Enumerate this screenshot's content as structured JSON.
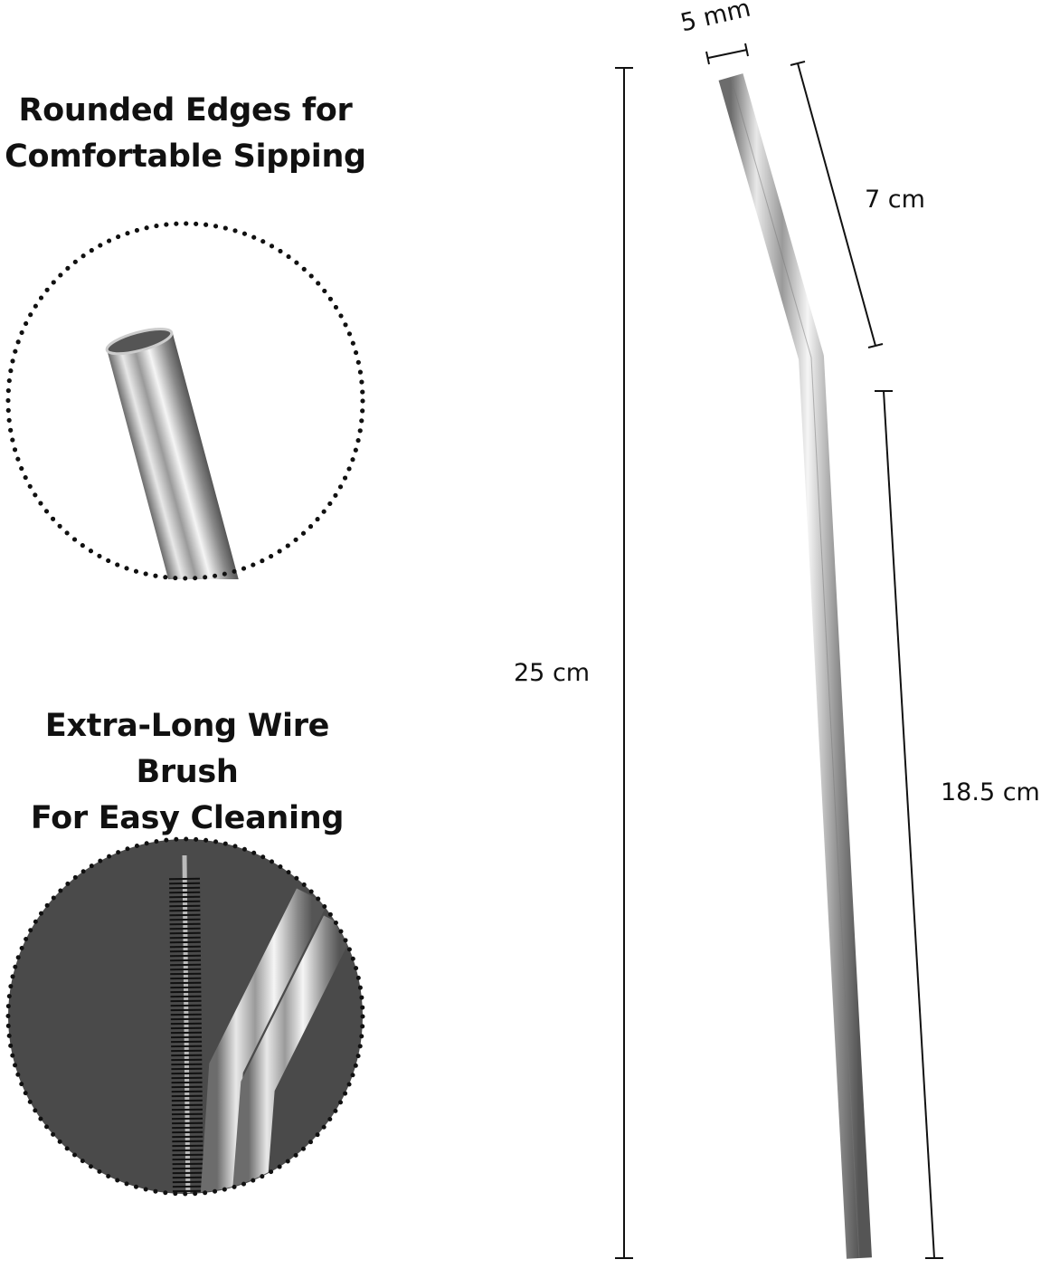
{
  "features": [
    {
      "line1": "Rounded Edges for",
      "line2": "Comfortable Sipping"
    },
    {
      "line1": "Extra-Long Wire Brush",
      "line2": "For Easy Cleaning"
    }
  ],
  "dimensions": {
    "diameter": "5 mm",
    "total_length": "25 cm",
    "bent_section": "7 cm",
    "straight_section": "18.5 cm"
  },
  "colors": {
    "background": "#ffffff",
    "text": "#111111",
    "circle_dark": "#4a4a4a"
  }
}
